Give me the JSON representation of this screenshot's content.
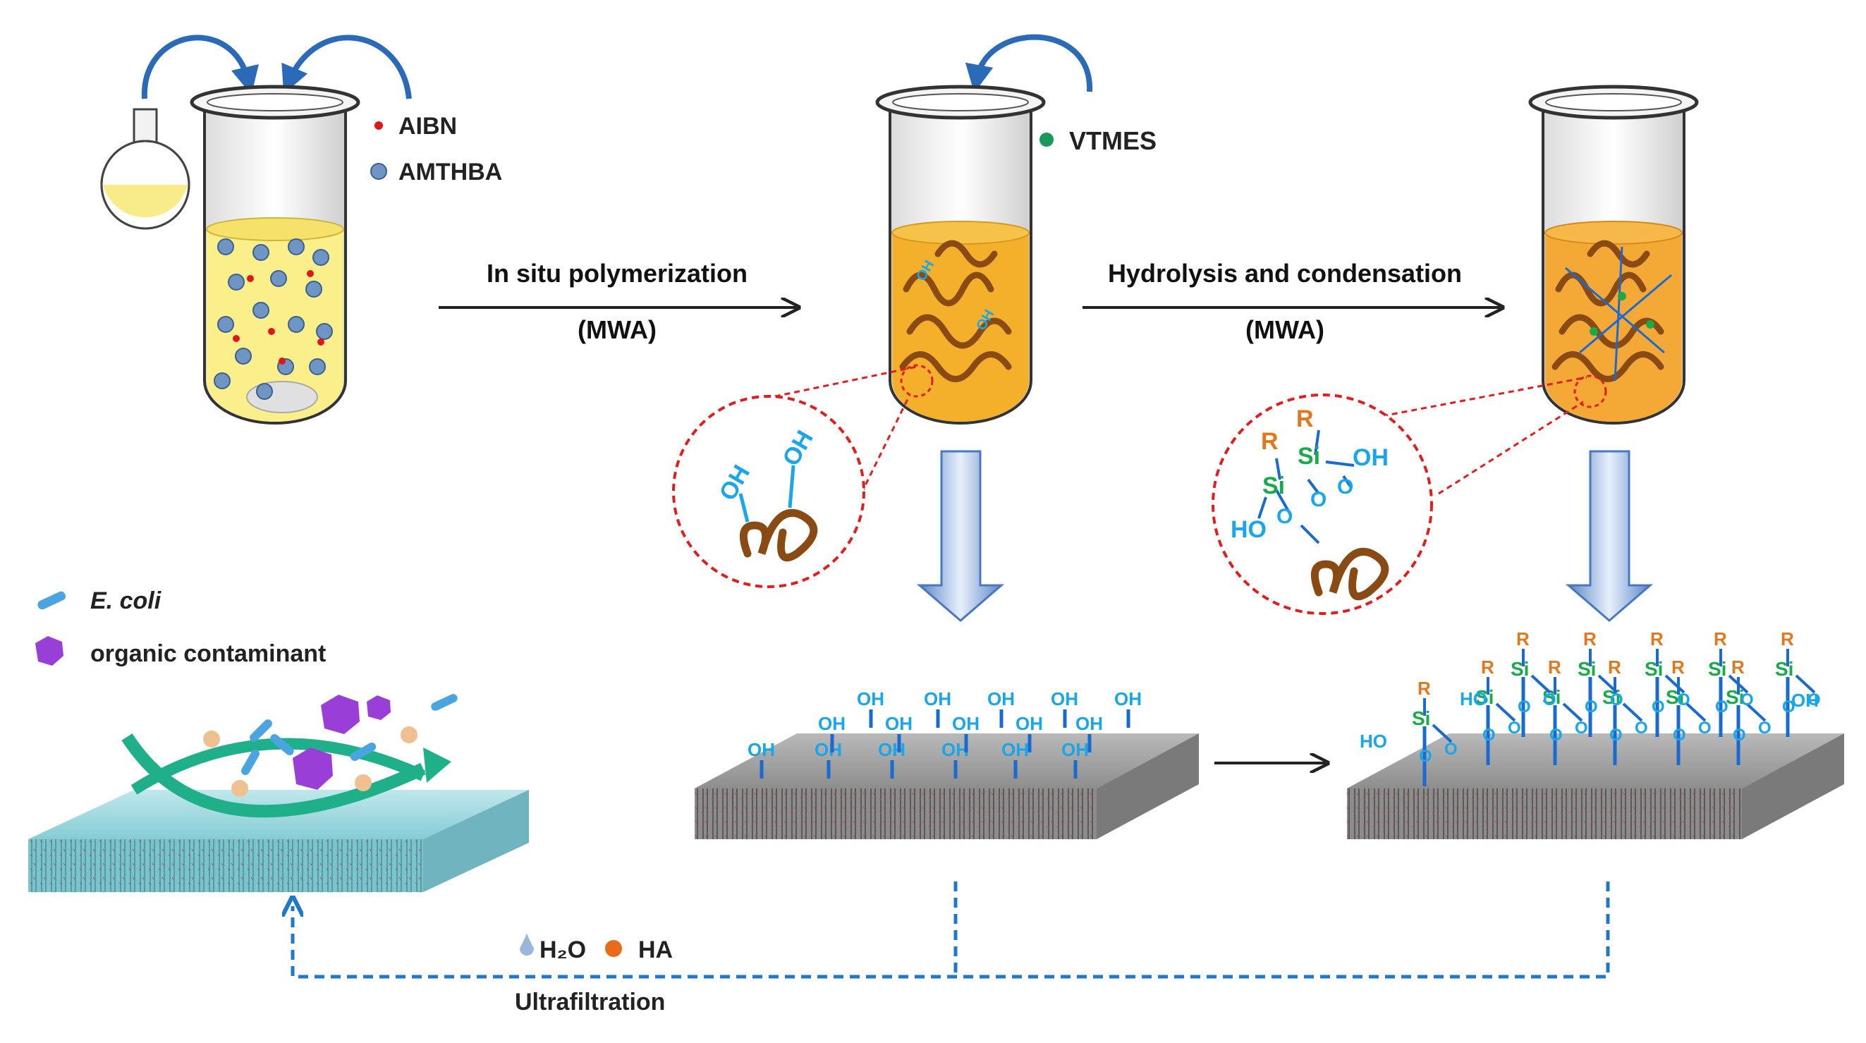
{
  "legend_top": {
    "aibn": "AIBN",
    "amthba": "AMTHBA",
    "vtmes": "VTMES"
  },
  "steps": {
    "step1_line1": "In situ polymerization",
    "step1_line2": "(MWA)",
    "step2_line1": "Hydrolysis and condensation",
    "step2_line2": "(MWA)"
  },
  "legend_left": {
    "ecoli": "E. coli",
    "organic": "organic contaminant"
  },
  "bottom": {
    "h2o": "H₂O",
    "ha": "HA",
    "ultrafiltration": "Ultrafiltration"
  },
  "chem": {
    "oh": "OH",
    "ho": "HO",
    "o": "O",
    "si": "Si",
    "r": "R"
  },
  "colors": {
    "arrow_blue": "#2a6ab8",
    "dashed_blue": "#1f78c8",
    "red_dash": "#e01e1e",
    "solution_yellow": "#fbef8c",
    "solution_orange": "#f4b02a",
    "polymer_brown": "#8a4a14",
    "oh_cyan": "#1aa6e8",
    "si_green": "#1aaa4a",
    "r_orange": "#e07820",
    "membrane_gray": "#9a9a9a",
    "membrane_cyan": "#8fd0d8"
  }
}
